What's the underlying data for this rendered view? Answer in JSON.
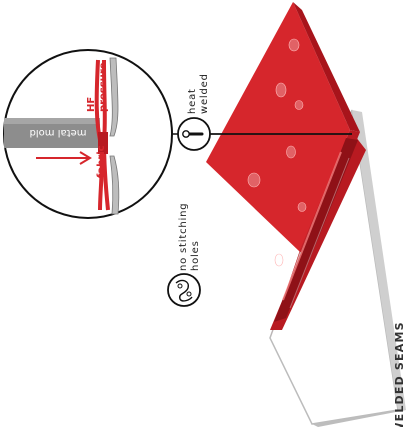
{
  "title": "WELDED SEAMS",
  "labels": {
    "heat": "heat",
    "welded": "welded",
    "no_stitching": "no stitching",
    "holes": "holes"
  },
  "inset": {
    "hf": "HF",
    "pressure": "pressure",
    "fabric": "fabric",
    "metal_mold": "metal mold"
  },
  "colors": {
    "fabric_red": "#d6262c",
    "fabric_dark": "#a8141b",
    "backing_gray": "#c9c9c9",
    "ink": "#222222"
  },
  "icons": {
    "heat": "thermometer-icon",
    "no_stitching": "no-needle-icon"
  }
}
